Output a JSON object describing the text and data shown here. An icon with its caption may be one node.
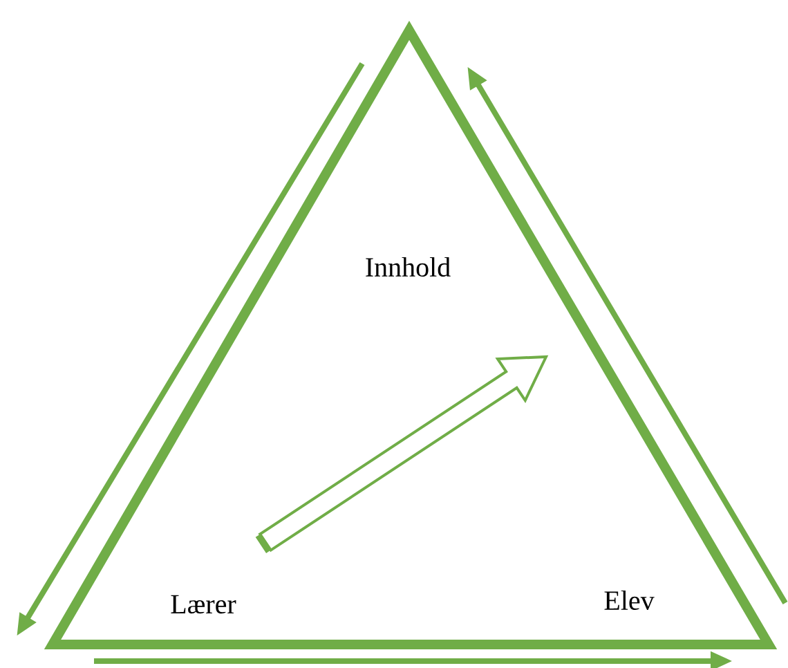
{
  "diagram": {
    "labels": [
      "Innhold",
      "Lærer",
      "Elev"
    ]
  }
}
